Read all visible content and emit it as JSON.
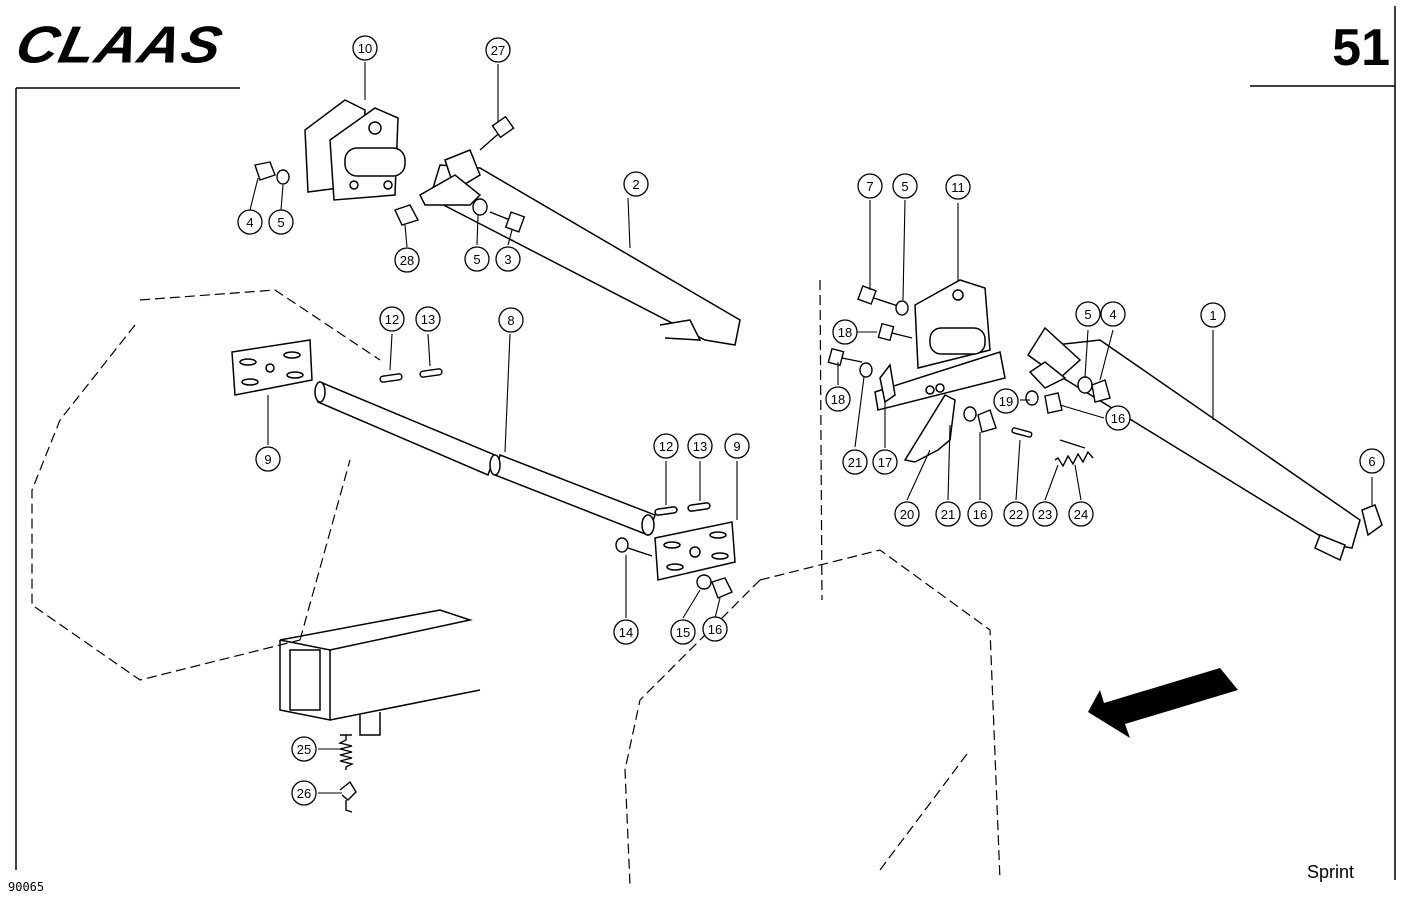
{
  "brand": "CLAAS",
  "page_number": "51",
  "model": "Sprint",
  "drawing_code": "90065",
  "callouts": [
    "1",
    "2",
    "3",
    "4",
    "5",
    "6",
    "7",
    "8",
    "9",
    "10",
    "11",
    "12",
    "13",
    "14",
    "15",
    "16",
    "17",
    "18",
    "19",
    "20",
    "21",
    "22",
    "23",
    "24",
    "25",
    "26",
    "27",
    "28"
  ]
}
